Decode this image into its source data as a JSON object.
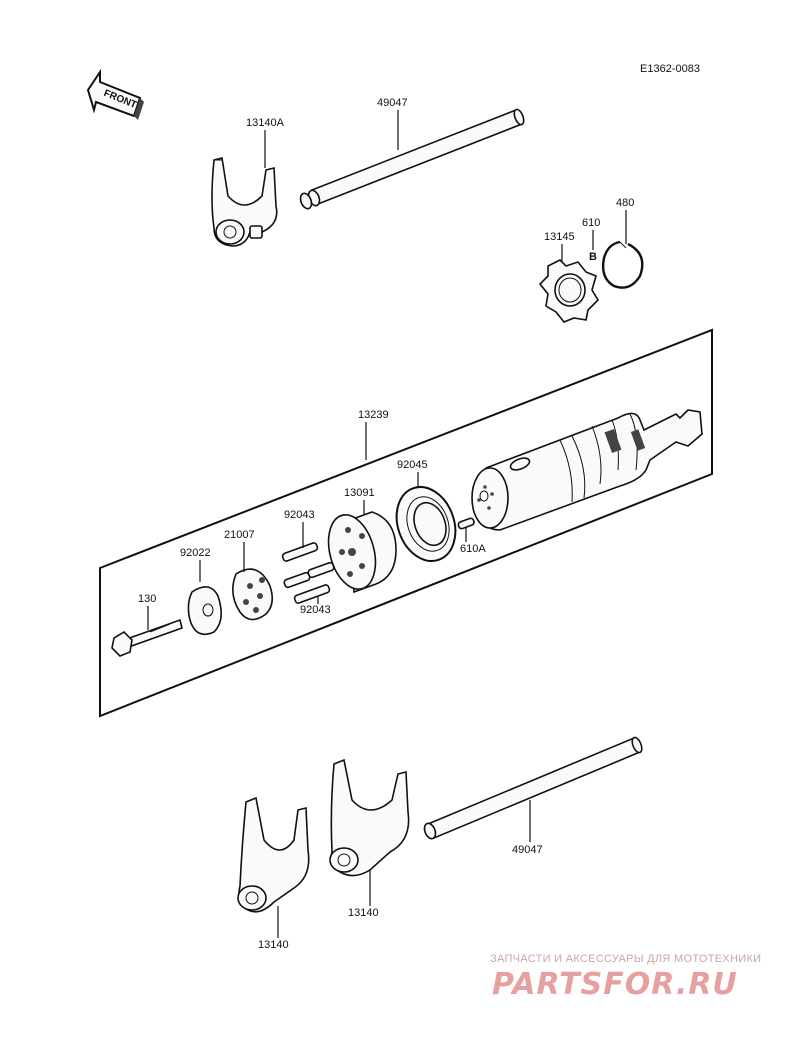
{
  "figure_code": "E1362-0083",
  "front_label": "FRONT",
  "parts": {
    "p13140A": "13140A",
    "p49047_top": "49047",
    "p480": "480",
    "p610": "610",
    "p13145": "13145",
    "p13239": "13239",
    "p92045": "92045",
    "p13091": "13091",
    "p92043_a": "92043",
    "p21007": "21007",
    "p92022": "92022",
    "p610A": "610A",
    "p130": "130",
    "p92043_b": "92043",
    "p49047_bottom": "49047",
    "p13140_right": "13140",
    "p13140_left": "13140",
    "marker_b": "B"
  },
  "watermark": {
    "caption": "ЗАПЧАСТИ И АКСЕССУАРЫ ДЛЯ МОТОТЕХНИКИ",
    "brand": "PARTSFOR.RU"
  }
}
